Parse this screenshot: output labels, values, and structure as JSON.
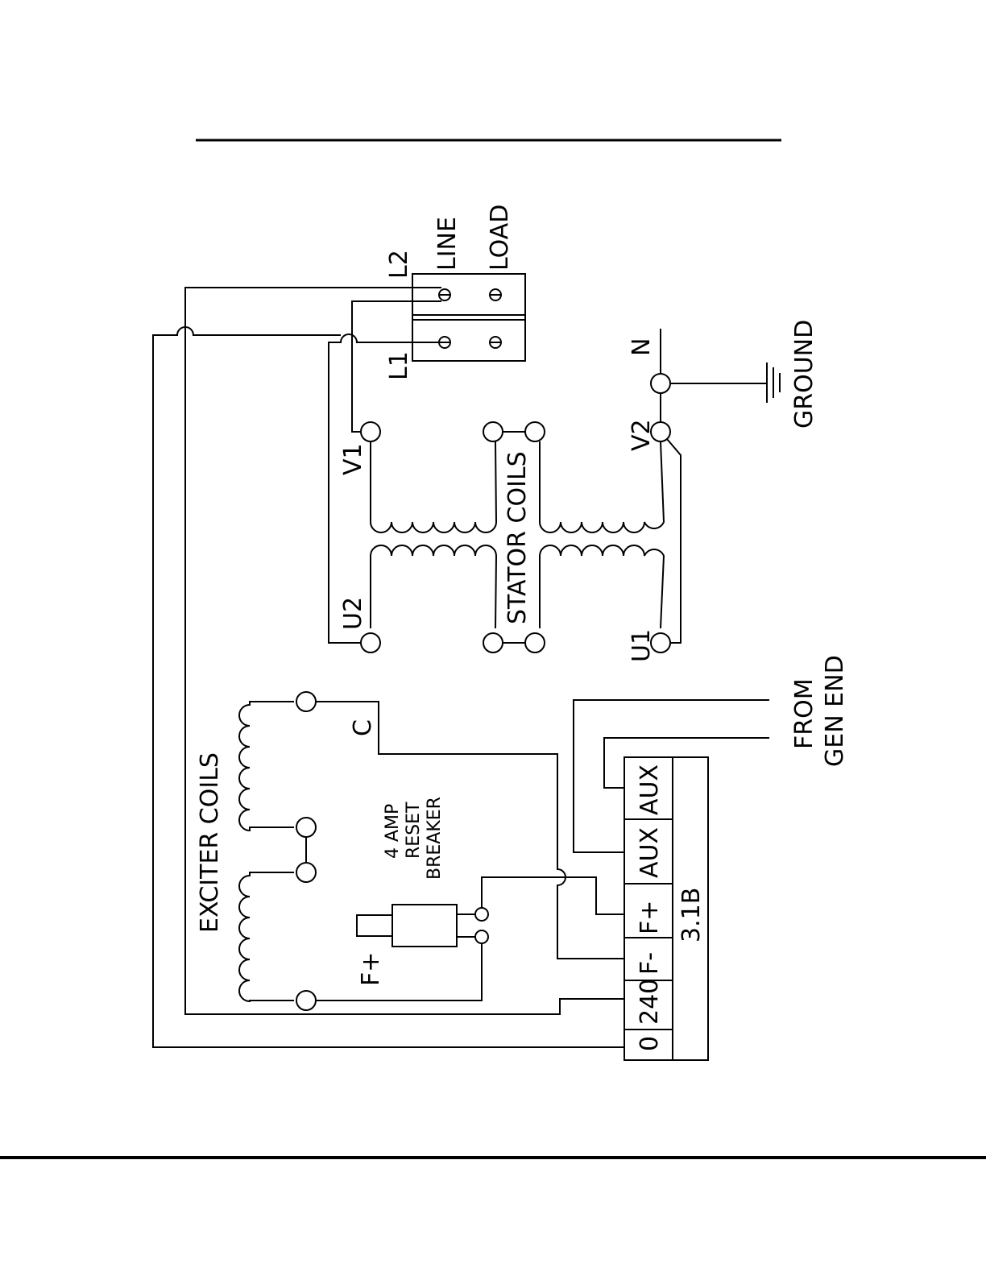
{
  "labels": {
    "stator_coils": "STATOR COILS",
    "exciter_coils": "EXCITER COILS",
    "line": "LINE",
    "load": "LOAD",
    "l1": "L1",
    "l2": "L2",
    "v1": "V1",
    "v2": "V2",
    "u1": "U1",
    "u2": "U2",
    "n": "N",
    "ground": "GROUND",
    "c": "C",
    "f_plus": "F+",
    "breaker_line1": "4 AMP",
    "breaker_line2": "RESET",
    "breaker_line3": "BREAKER",
    "from_line1": "FROM",
    "from_line2": "GEN END"
  },
  "regulator": {
    "model": "3.1B",
    "terminals": [
      "0",
      "240",
      "F-",
      "F+",
      "AUX",
      "AUX"
    ]
  }
}
